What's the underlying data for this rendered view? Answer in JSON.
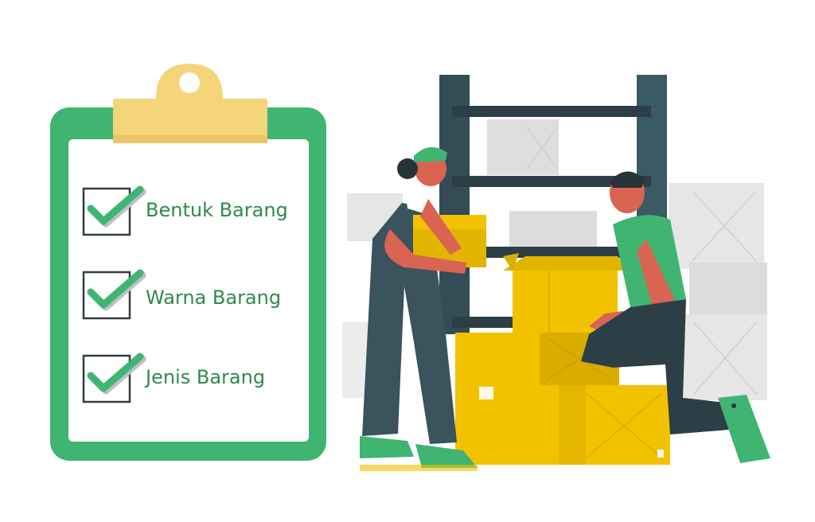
{
  "checklist": {
    "items": [
      {
        "label": "Bentuk Barang",
        "checked": true
      },
      {
        "label": "Warna Barang",
        "checked": true
      },
      {
        "label": "Jenis Barang",
        "checked": true
      }
    ]
  },
  "colors": {
    "clipboard_frame": "#3fb571",
    "clip": "#f5d57a",
    "check": "#3fb571",
    "text": "#2f8a4f",
    "shelf": "#344c55",
    "box": "#f2c200",
    "box_shade": "#d9ad00",
    "skin": "#d96452",
    "uniform": "#3a535c",
    "helmet": "#3fb571"
  },
  "illustration": {
    "subject": "warehouse-workers-stacking-boxes",
    "icons": [
      "clipboard-icon",
      "checkmark-icon",
      "shelf-icon",
      "cardboard-box-icon",
      "worker-icon"
    ]
  }
}
